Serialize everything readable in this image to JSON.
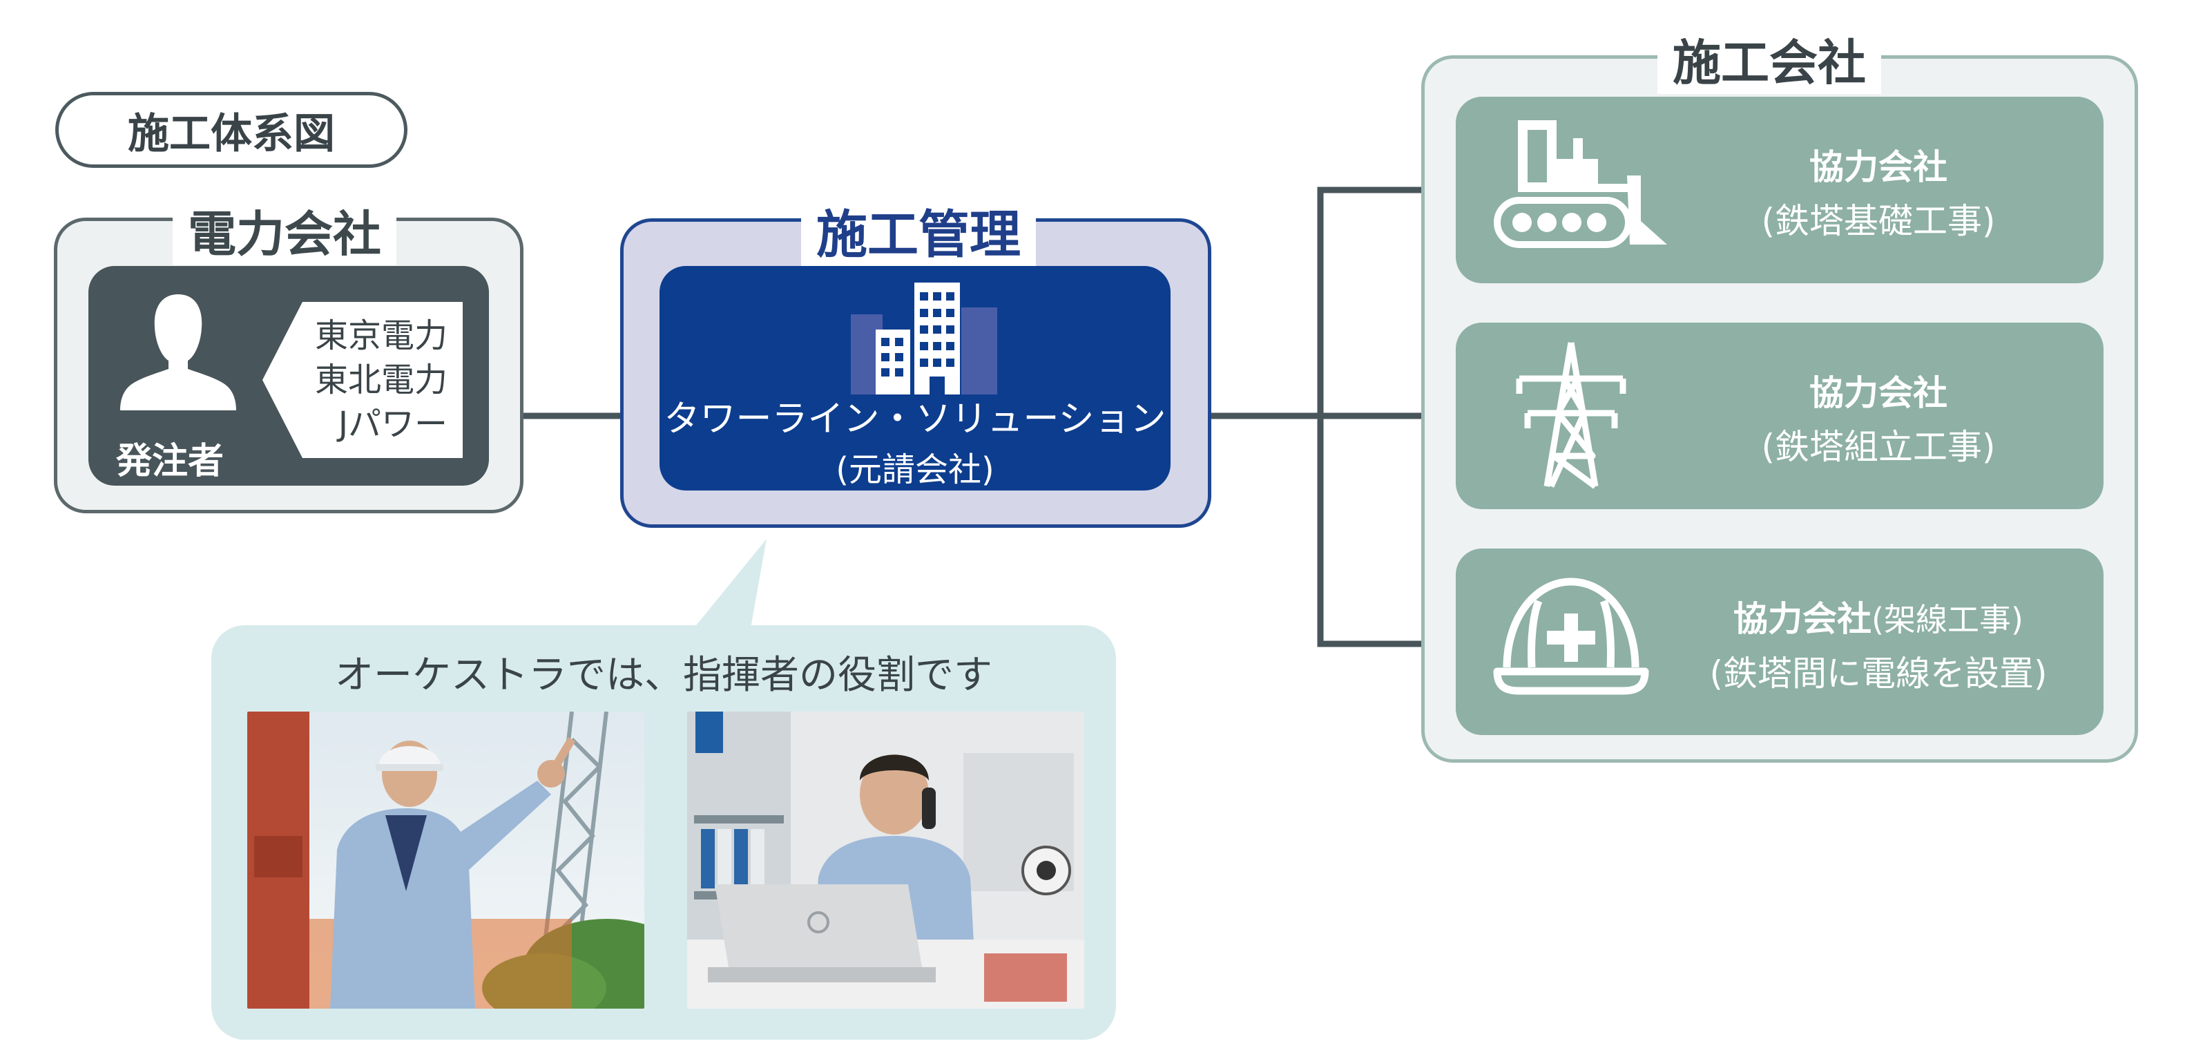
{
  "diagram_title": "施工体系図",
  "power_company": {
    "title": "電力会社",
    "role_label": "発注者",
    "companies": [
      "東京電力",
      "東北電力",
      "Jパワー"
    ],
    "icon": "person-silhouette-icon"
  },
  "management": {
    "title": "施工管理",
    "company_name": "タワーライン・ソリューション",
    "company_role": "(元請会社)",
    "icon": "office-building-icon"
  },
  "construction": {
    "title": "施工会社",
    "partners": [
      {
        "name": "協力会社",
        "detail": "(鉄塔基礎工事)",
        "icon": "bulldozer-icon"
      },
      {
        "name": "協力会社",
        "detail": "(鉄塔組立工事)",
        "icon": "transmission-tower-icon"
      },
      {
        "name": "協力会社",
        "name_suffix": "(架線工事)",
        "detail": "(鉄塔間に電線を設置)",
        "icon": "hard-hat-icon"
      }
    ]
  },
  "orchestra": {
    "caption": "オーケストラでは、指揮者の役割です",
    "photos": [
      "worker-pointing-photo",
      "office-worker-phone-photo"
    ]
  },
  "colors": {
    "dark_slate": "#48555a",
    "navy": "#0d3d8e",
    "lavender": "#d5d6e8",
    "sage": "#8eb0a5",
    "light_teal": "#d8ebec"
  }
}
